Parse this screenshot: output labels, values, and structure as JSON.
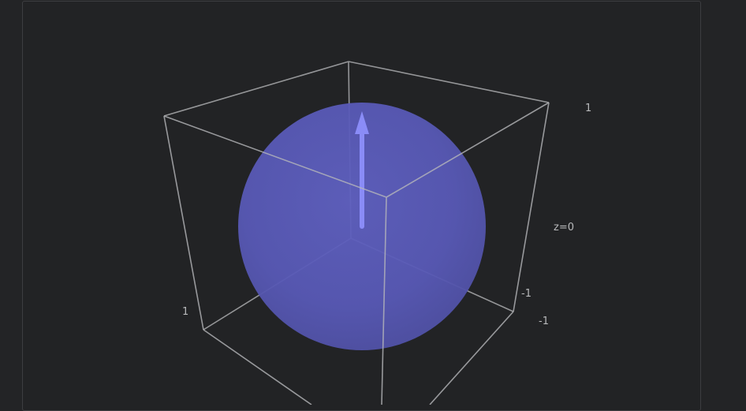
{
  "scene": {
    "sphere_color": "#6a6cd6",
    "arrow_color": "#8e8ff5",
    "box_edge_color": "#b0b1b4",
    "labels": {
      "z_top": "1",
      "z_mid": "z=0",
      "z_bottom": "-1",
      "y_bottom": "-1",
      "x_left": "1"
    }
  }
}
